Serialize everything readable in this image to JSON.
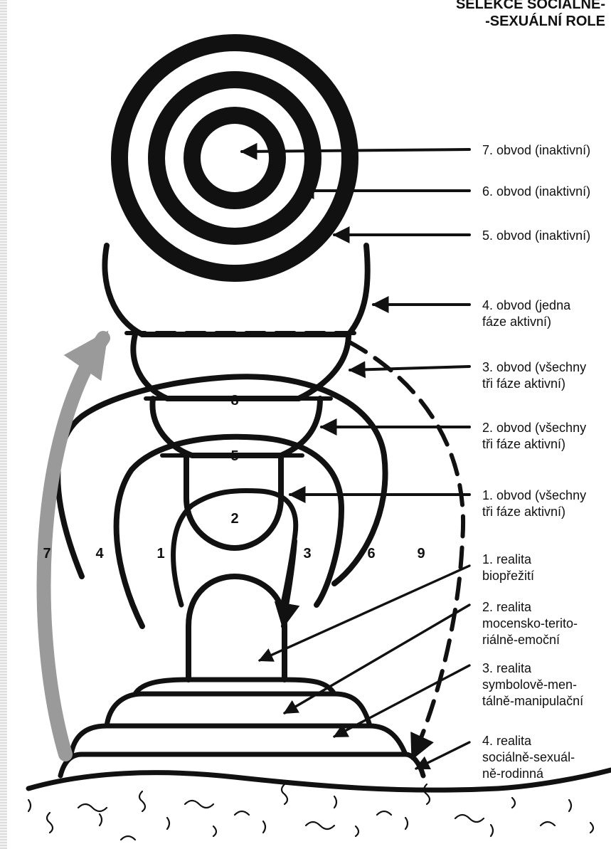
{
  "title": {
    "line1": "SELEKCE SOCIÁLNĚ-",
    "line2": "-SEXUÁLNÍ ROLE"
  },
  "circuit_labels": [
    {
      "lines": [
        "7. obvod (inaktivní)"
      ]
    },
    {
      "lines": [
        "6. obvod (inaktivní)"
      ]
    },
    {
      "lines": [
        "5. obvod (inaktivní)"
      ]
    },
    {
      "lines": [
        "4. obvod (jedna",
        "fáze aktivní)"
      ]
    },
    {
      "lines": [
        "3. obvod (všechny",
        "tři fáze aktivní)"
      ]
    },
    {
      "lines": [
        "2. obvod (všechny",
        "tři fáze aktivní)"
      ]
    },
    {
      "lines": [
        "1. obvod (všechny",
        "tři fáze aktivní)"
      ]
    }
  ],
  "reality_labels": [
    {
      "lines": [
        "1. realita",
        "biopřežití"
      ]
    },
    {
      "lines": [
        "2. realita",
        "mocensko-terito-",
        "riálně-emoční"
      ]
    },
    {
      "lines": [
        "3. realita",
        "symbolově-men-",
        "tálně-manipulační"
      ]
    },
    {
      "lines": [
        "4. realita",
        "sociálně-sexuál-",
        "ně-rodinná"
      ]
    }
  ],
  "loop_numbers": [
    "7",
    "4",
    "1",
    "3",
    "6",
    "9"
  ],
  "segment_numbers": [
    "8",
    "5",
    "2"
  ]
}
